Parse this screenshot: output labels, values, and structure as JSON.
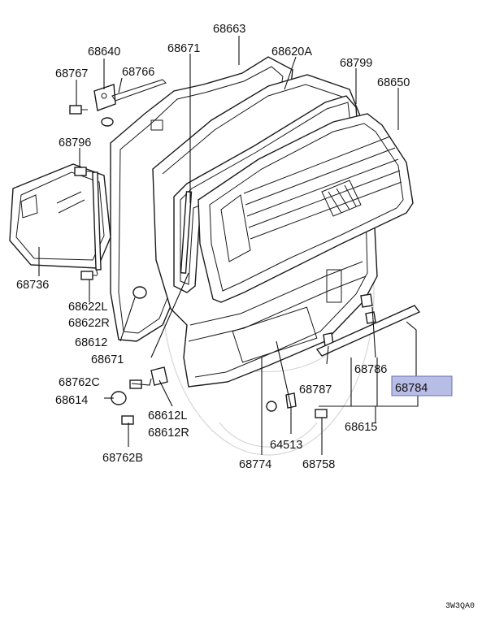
{
  "labels": {
    "p68663": "68663",
    "p68640": "68640",
    "p68671a": "68671",
    "p68620A": "68620A",
    "p68767": "68767",
    "p68766": "68766",
    "p68799": "68799",
    "p68650": "68650",
    "p68796": "68796",
    "p68736": "68736",
    "p68622L": "68622L",
    "p68622R": "68622R",
    "p68612": "68612",
    "p68671b": "68671",
    "p68762C": "68762C",
    "p68614": "68614",
    "p68612L": "68612L",
    "p68612R": "68612R",
    "p68762B": "68762B",
    "p68786": "68786",
    "p68787": "68787",
    "p68784": "68784",
    "p68615": "68615",
    "p64513": "64513",
    "p68774": "68774",
    "p68758": "68758"
  },
  "diagram_code": "3W3QA0",
  "colors": {
    "highlight_fill": "#b8bde6",
    "highlight_stroke": "#6a70b8",
    "ink": "#111111"
  }
}
